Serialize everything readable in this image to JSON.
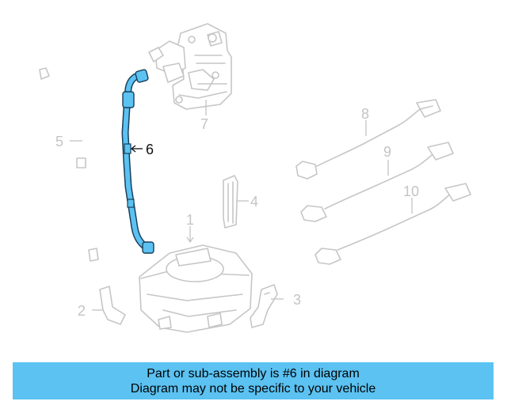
{
  "diagram": {
    "highlighted_part": "6",
    "highlight_color": "#5bc2f2",
    "ghost_color": "#c6c6c6",
    "callouts": [
      {
        "id": "1",
        "label": "1"
      },
      {
        "id": "2",
        "label": "2"
      },
      {
        "id": "3",
        "label": "3"
      },
      {
        "id": "4",
        "label": "4"
      },
      {
        "id": "5",
        "label": "5"
      },
      {
        "id": "6",
        "label": "6"
      },
      {
        "id": "7",
        "label": "7"
      },
      {
        "id": "8",
        "label": "8"
      },
      {
        "id": "9",
        "label": "9"
      },
      {
        "id": "10",
        "label": "10"
      }
    ]
  },
  "caption": {
    "line1": "Part or sub-assembly is #6 in diagram",
    "line2": "Diagram may not be specific to your vehicle",
    "background": "#5bc2f2"
  }
}
